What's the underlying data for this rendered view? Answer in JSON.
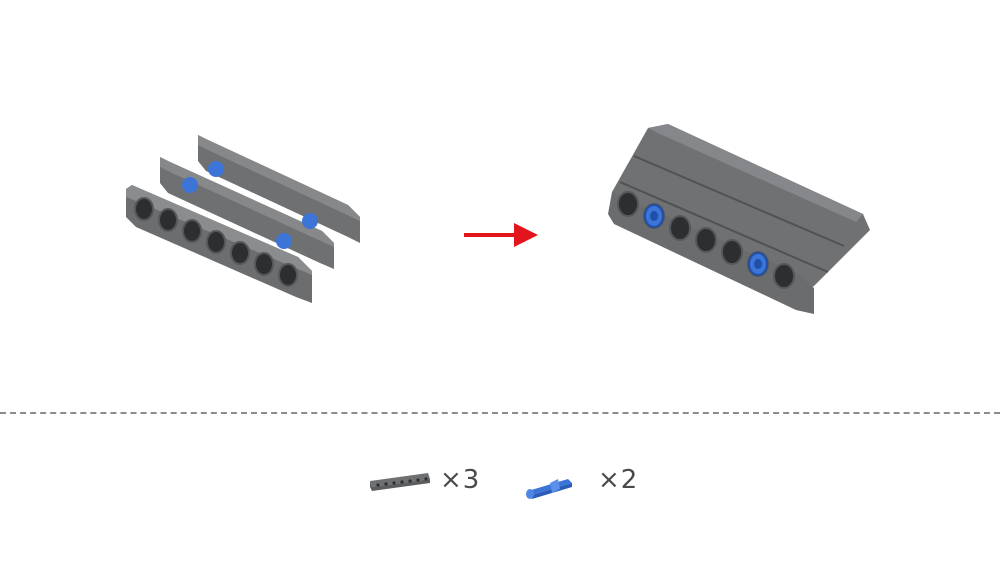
{
  "colors": {
    "beam_dark": "#5b5d5f",
    "beam_mid": "#6e7072",
    "beam_light": "#86888a",
    "hole": "#2d2e30",
    "pin_blue": "#3c74d8",
    "arrow": "#e3141b",
    "divider": "#8c8c8c",
    "text": "#4a4a4a"
  },
  "before_assembly": {
    "beams": 3,
    "holes_per_beam": 7,
    "pins": 2
  },
  "after_assembly": {
    "beams": 3,
    "holes_per_beam": 7,
    "pins": 2
  },
  "parts": [
    {
      "icon": "beam-7-icon",
      "quantity_label": "×3"
    },
    {
      "icon": "pin-icon",
      "quantity_label": "×2"
    }
  ]
}
